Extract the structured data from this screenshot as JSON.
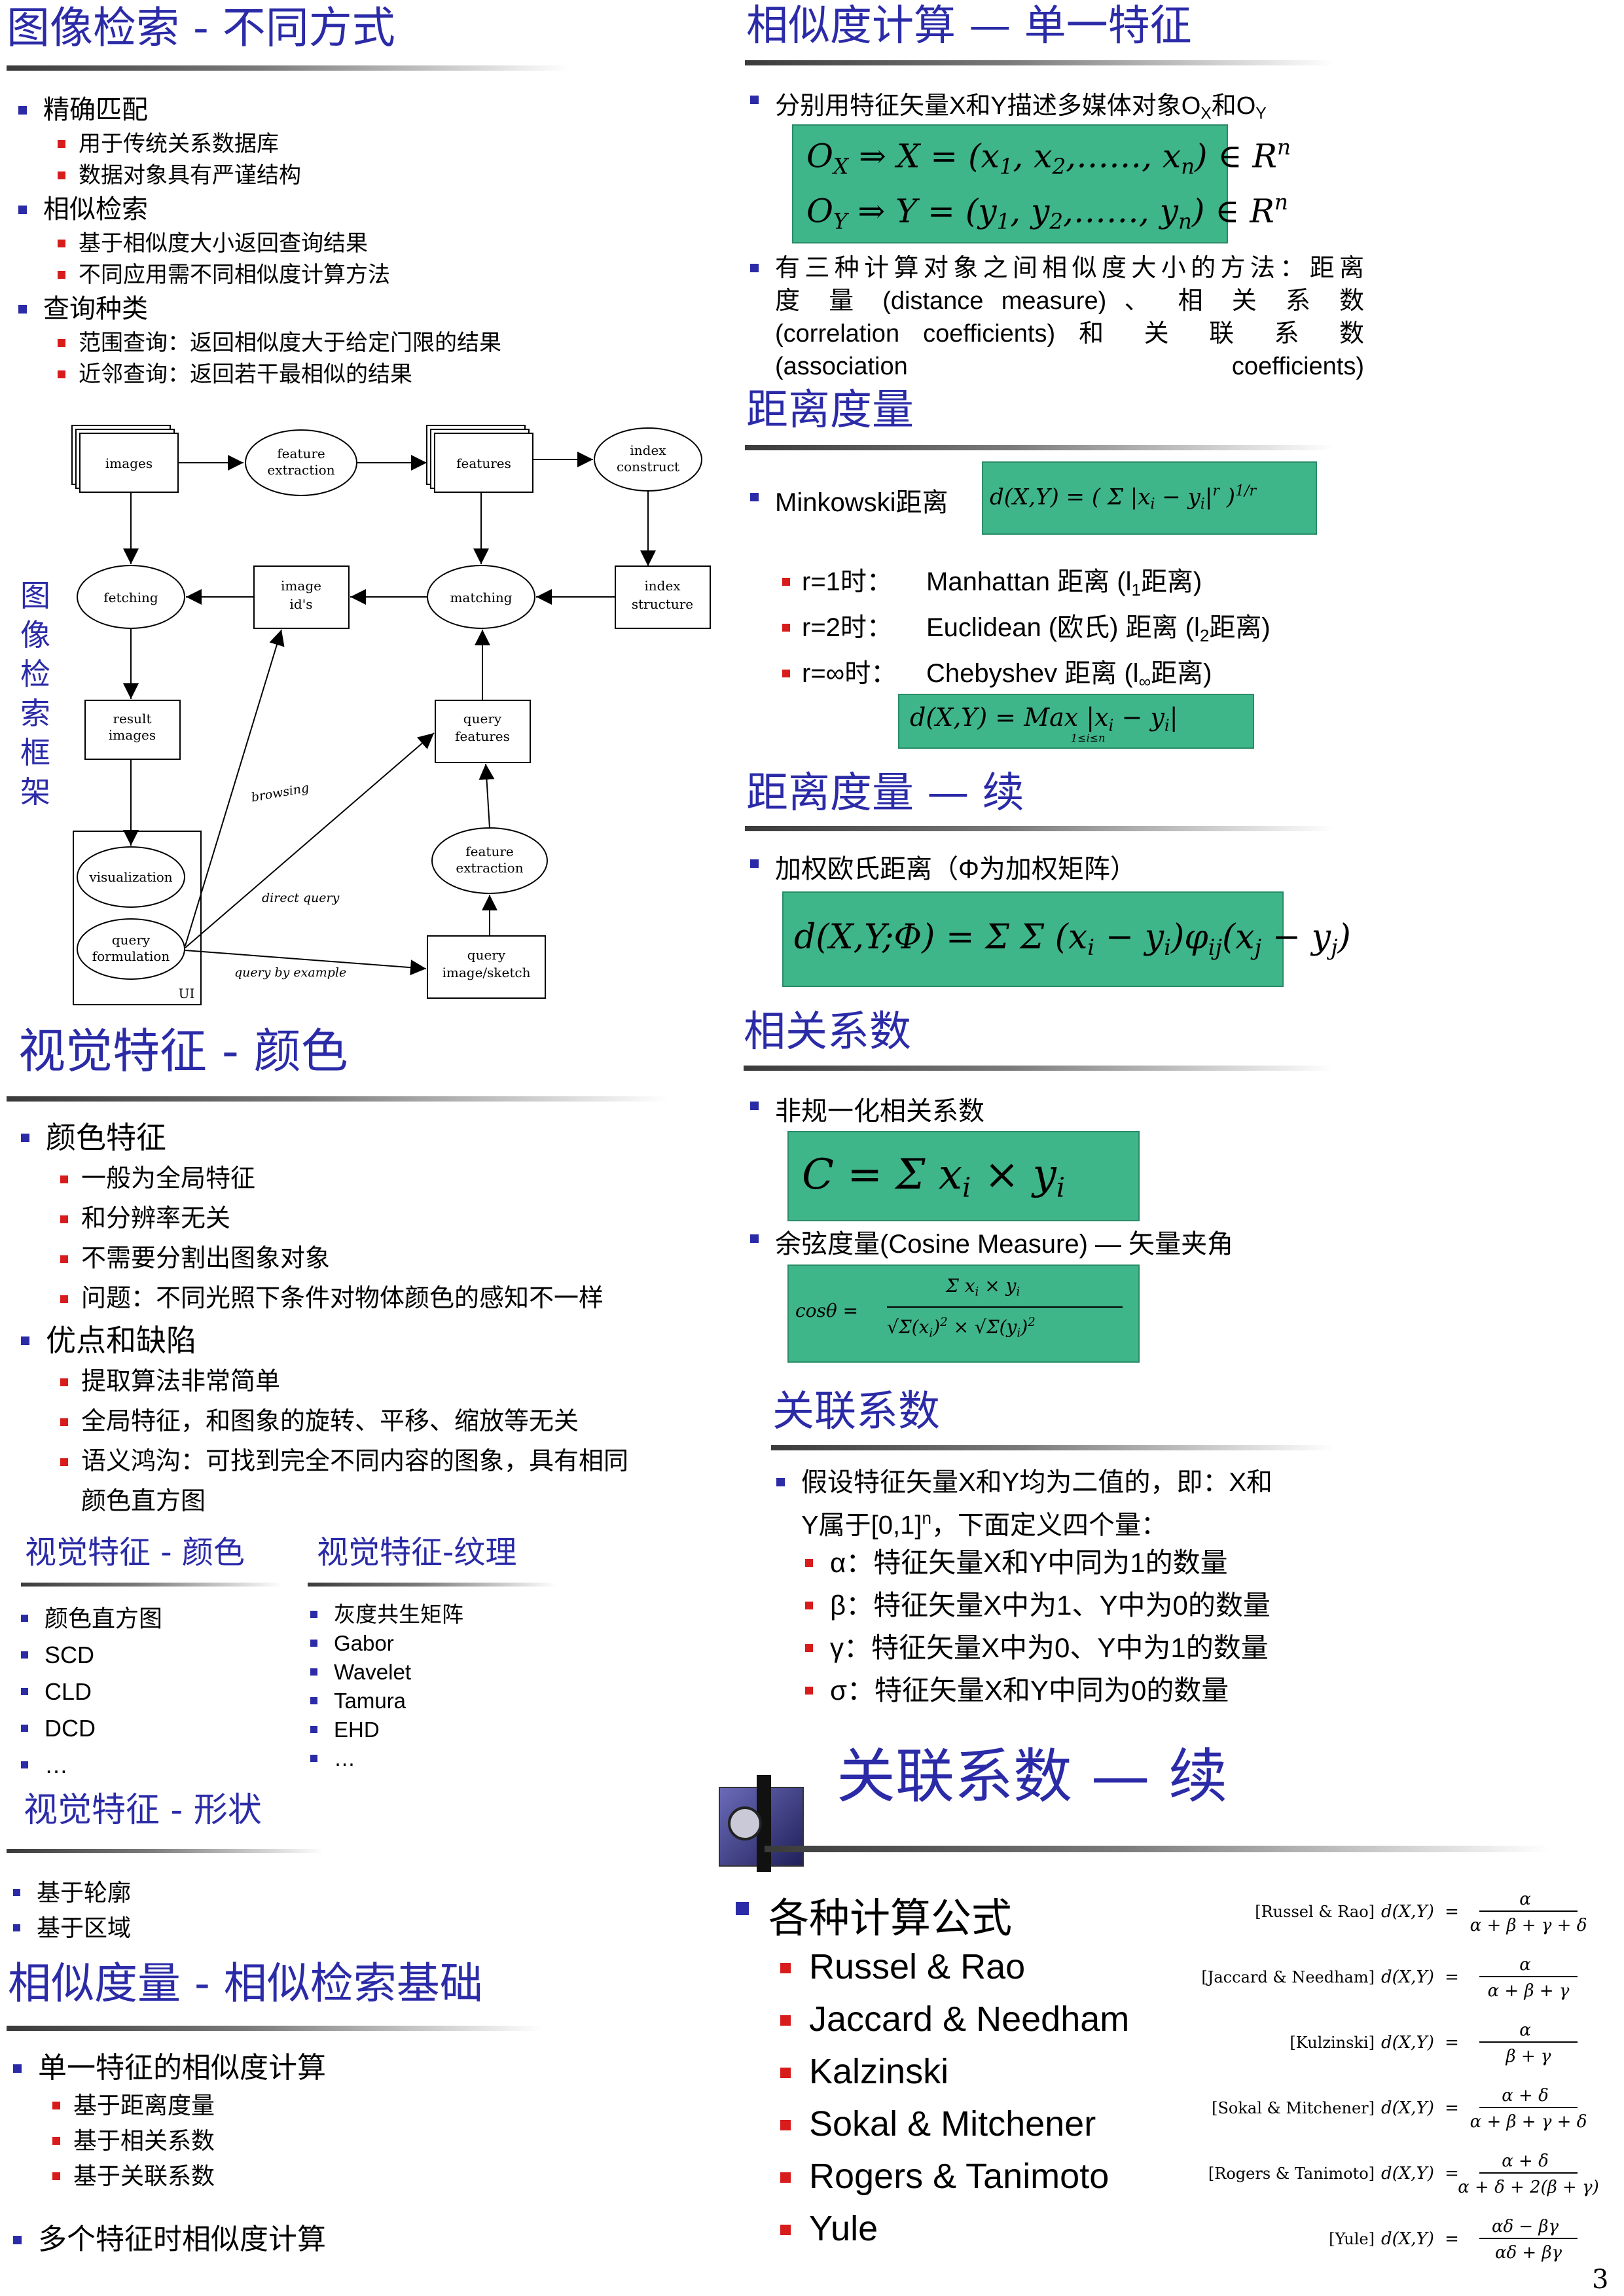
{
  "sec1": {
    "title": "图像检索 - 不同方式",
    "items": [
      {
        "level": 1,
        "text": "精确匹配"
      },
      {
        "level": 2,
        "text": "用于传统关系数据库"
      },
      {
        "level": 2,
        "text": "数据对象具有严谨结构"
      },
      {
        "level": 1,
        "text": "相似检索"
      },
      {
        "level": 2,
        "text": "基于相似度大小返回查询结果"
      },
      {
        "level": 2,
        "text": "不同应用需不同相似度计算方法"
      },
      {
        "level": 1,
        "text": "查询种类"
      },
      {
        "level": 2,
        "text": "范围查询：返回相似度大于给定门限的结果"
      },
      {
        "level": 2,
        "text": "近邻查询：返回若干最相似的结果"
      }
    ]
  },
  "framework": {
    "side_label": [
      "图",
      "像",
      "检",
      "索",
      "框",
      "架"
    ],
    "nodes": {
      "images": "images",
      "feature_extraction_1": "feature",
      "feature_extraction_2": "extraction",
      "features": "features",
      "index_construct_1": "index",
      "index_construct_2": "construct",
      "fetching": "fetching",
      "image_ids_1": "image",
      "image_ids_2": "id's",
      "matching": "matching",
      "index_structure_1": "index",
      "index_structure_2": "structure",
      "result_images_1": "result",
      "result_images_2": "images",
      "query_features_1": "query",
      "query_features_2": "features",
      "visualization": "visualization",
      "query_formulation_1": "query",
      "query_formulation_2": "formulation",
      "feature_extraction2_1": "feature",
      "feature_extraction2_2": "extraction",
      "query_image_1": "query",
      "query_image_2": "image/sketch",
      "ui": "UI"
    },
    "edge_labels": {
      "browsing": "browsing",
      "direct_query": "direct query",
      "query_by_example": "query by example"
    }
  },
  "sec2": {
    "title": "视觉特征 - 颜色",
    "items": [
      {
        "level": 1,
        "text": "颜色特征"
      },
      {
        "level": 2,
        "text": "一般为全局特征"
      },
      {
        "level": 2,
        "text": "和分辨率无关"
      },
      {
        "level": 2,
        "text": "不需要分割出图象对象"
      },
      {
        "level": 2,
        "text": "问题：不同光照下条件对物体颜色的感知不一样"
      },
      {
        "level": 1,
        "text": "优点和缺陷"
      },
      {
        "level": 2,
        "text": "提取算法非常简单"
      },
      {
        "level": 2,
        "text": "全局特征，和图象的旋转、平移、缩放等无关"
      },
      {
        "level": 2,
        "text": "语义鸿沟：可找到完全不同内容的图象，具有相同"
      },
      {
        "level": 3,
        "text": "颜色直方图"
      }
    ]
  },
  "sec3a": {
    "title": "视觉特征 - 颜色",
    "items": [
      "颜色直方图",
      "SCD",
      "CLD",
      "DCD",
      "…"
    ]
  },
  "sec3b": {
    "title": "视觉特征-纹理",
    "items": [
      "灰度共生矩阵",
      "Gabor",
      "Wavelet",
      "Tamura",
      "EHD",
      "…"
    ]
  },
  "sec4": {
    "title": "视觉特征 - 形状",
    "items": [
      "基于轮廓",
      "基于区域"
    ]
  },
  "sec5": {
    "title": "相似度量 - 相似检索基础",
    "items": [
      {
        "level": 1,
        "text": "单一特征的相似度计算"
      },
      {
        "level": 2,
        "text": "基于距离度量"
      },
      {
        "level": 2,
        "text": "基于相关系数"
      },
      {
        "level": 2,
        "text": "基于关联系数"
      },
      {
        "level": 1,
        "text": "多个特征时相似度计算"
      }
    ]
  },
  "right1": {
    "title": "相似度计算 — 单一特征",
    "bullet1": "分别用特征矢量X和Y描述多媒体对象O",
    "bullet1_x": "X",
    "bullet1_and": "和O",
    "bullet1_y": "Y",
    "bullet2_lines": [
      "有三种计算对象之间相似度大小的方法：距离",
      "度 量 (distance measure) 、 相 关 系 数",
      "(correlation coefficients) 和 关 联 系 数",
      "(association coefficients)"
    ]
  },
  "right2": {
    "title": "距离度量",
    "minkowski": "Minkowski距离",
    "cases": [
      {
        "k": "r=1时：",
        "v": "Manhattan 距离 (l",
        "s": "1",
        "e": "距离)"
      },
      {
        "k": "r=2时：",
        "v": "Euclidean (欧氏) 距离 (l",
        "s": "2",
        "e": "距离)"
      },
      {
        "k": "r=∞时：",
        "v": "Chebyshev 距离 (l",
        "s": "∞",
        "e": "距离)"
      }
    ]
  },
  "right3": {
    "title": "距离度量 — 续",
    "bullet": "加权欧氏距离（Φ为加权矩阵）"
  },
  "right4": {
    "title": "相关系数",
    "bullet1": "非规一化相关系数",
    "bullet2": "余弦度量(Cosine Measure) — 矢量夹角"
  },
  "right5": {
    "title": "关联系数",
    "bullet_line1": "假设特征矢量X和Y均为二值的，即：X和",
    "bullet_line2": "Y属于[0,1]",
    "bullet_line2_sup": "n",
    "bullet_line2_end": "，下面定义四个量：",
    "items": [
      "α：特征矢量X和Y中同为1的数量",
      "β：特征矢量X中为1、Y中为0的数量",
      "γ：特征矢量X中为0、Y中为1的数量",
      "σ：特征矢量X和Y中同为0的数量"
    ]
  },
  "right6": {
    "title": "关联系数 — 续",
    "bullet": "各种计算公式",
    "methods": [
      "Russel & Rao",
      "Jaccard & Needham",
      "Kalzinski",
      "Sokal & Mitchener",
      "Rogers & Tanimoto",
      "Yule"
    ],
    "formula_labels": [
      "[Russel & Rao]",
      "[Jaccard & Needham]",
      "[Kulzinski]",
      "[Sokal & Mitchener]",
      "[Rogers & Tanimoto]",
      "[Yule]"
    ]
  },
  "page_number": "3"
}
